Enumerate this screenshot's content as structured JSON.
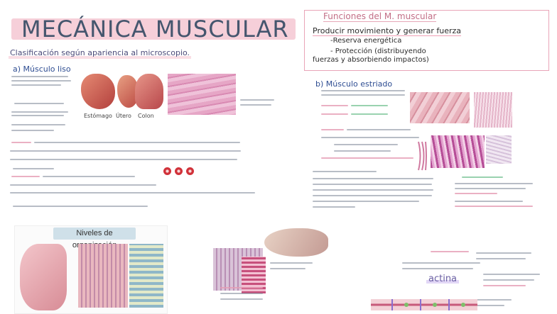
{
  "title": "MECÁNICA MUSCULAR",
  "functions": {
    "title": "Funciones del M. muscular",
    "line1": "Producir movimiento y generar fuerza",
    "line2": "-Reserva energética",
    "line3": "- Protección (distribuyendo",
    "line4": "fuerzas y absorbiendo impactos)"
  },
  "classification": {
    "heading": "Clasificación según apariencia al microscopio.",
    "smooth_heading": "a) Músculo liso",
    "organ_labels": [
      "Estómago",
      "Útero",
      "Colon"
    ],
    "striated_heading": "b) Músculo estriado"
  },
  "bottom": {
    "levels_title": "Niveles de organización",
    "actina_label": "actina"
  },
  "colors": {
    "title_bg": "#f6cfd9",
    "title_text": "#45566e",
    "accent_pink": "#e9a5b8",
    "accent_blue": "#2e4d92",
    "levels_bg": "#cfe0e9"
  }
}
